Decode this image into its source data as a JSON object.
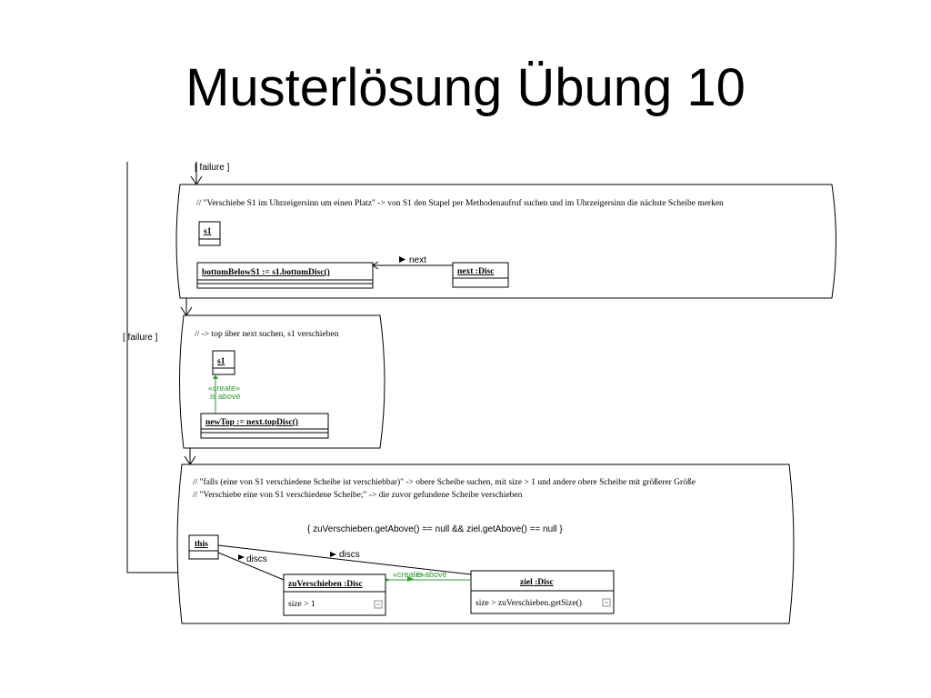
{
  "title": "Musterlösung Übung 10",
  "diagram": {
    "guard_top": "[ failure ]",
    "guard_left": "[ failure ]",
    "act1": {
      "comment": "// \"Verschiebe S1 im Uhrzeigersinn um einen Platz\" -> von S1 den Stapel per Methodenaufruf suchen und im Uhrzeigersinn die nächste Scheibe merken",
      "s1": "s1",
      "bottom": "bottomBelowS1      :=  s1.bottomDisc()",
      "next_obj": "next   :Disc",
      "link_label": "next"
    },
    "act2": {
      "comment": "// -> top über next suchen, s1 verschieben",
      "s1": "s1",
      "create": "«create»",
      "is_above": "is above",
      "newtop": "newTop   :=  next.topDisc()"
    },
    "act3": {
      "comment1": "// \"falls (eine von S1 verschiedene Scheibe ist verschiebbar)\" -> obere Scheibe suchen, mit size > 1 und andere obere Scheibe mit größerer Größe",
      "comment2": "// \"Verschiebe eine von S1 verschiedene Scheibe;\" -> die zuvor gefundene Scheibe verschieben",
      "condition": "{ zuVerschieben.getAbove() == null && ziel.getAbove() == null }",
      "this": "this",
      "discs1": "discs",
      "discs2": "discs",
      "zu_name": "zuVerschieben       :Disc",
      "zu_attr": "size > 1",
      "ziel_name": "ziel  :Disc",
      "ziel_attr": "size > zuVerschieben.getSize()",
      "create": "«create»",
      "is_above": "is above"
    }
  }
}
